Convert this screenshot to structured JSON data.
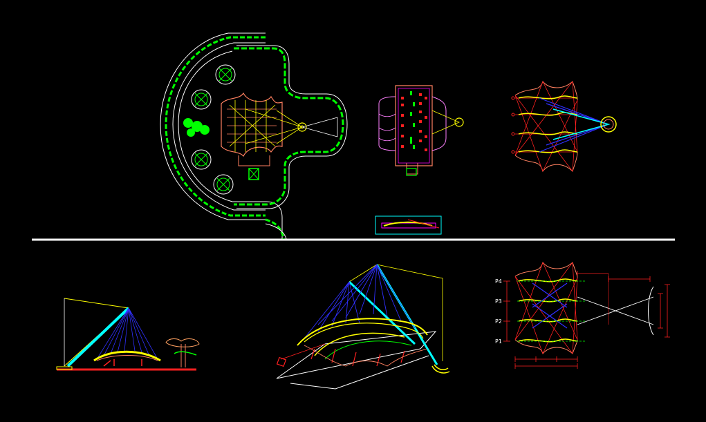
{
  "colors": {
    "background": "#000000",
    "divider": "#ffffff",
    "green": "#00ff00",
    "white": "#ffffff",
    "yellow": "#ffff00",
    "cyan": "#00ffff",
    "blue": "#3030ff",
    "red": "#ff2020",
    "salmon": "#ff8060",
    "pink": "#ff80ff",
    "magenta": "#ff00ff"
  },
  "labels": {
    "p1": "P1",
    "p2": "P2",
    "p3": "P3",
    "p4": "P4"
  }
}
